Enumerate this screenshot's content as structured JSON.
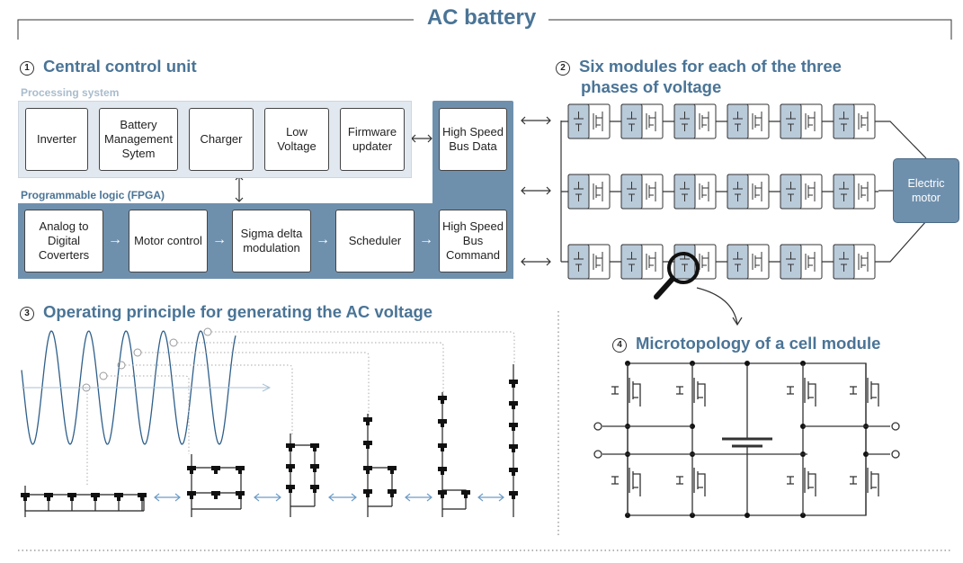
{
  "title": "AC battery",
  "section1": {
    "number": "1",
    "heading": "Central control unit",
    "processing_label": "Processing system",
    "fpga_label": "Programmable logic (FPGA)",
    "processing_boxes": [
      "Inverter",
      "Battery Management Sytem",
      "Charger",
      "Low Voltage",
      "Firmware updater"
    ],
    "bus_data": "High Speed Bus Data",
    "fpga_boxes": [
      "Analog to Digital Coverters",
      "Motor control",
      "Sigma delta modulation",
      "Scheduler"
    ],
    "bus_command": "High Speed Bus Command"
  },
  "section2": {
    "number": "2",
    "heading_line1": "Six modules for each of the three",
    "heading_line2": "phases of voltage",
    "motor_label": "Electric motor"
  },
  "section3": {
    "number": "3",
    "heading": "Operating principle for generating the AC voltage"
  },
  "section4": {
    "number": "4",
    "heading": "Microtopology of a cell module"
  },
  "colors": {
    "accent": "#4a7496",
    "panel_dark": "#6f90ad",
    "panel_light": "#e2e8ef",
    "module": "#b9cad9"
  }
}
